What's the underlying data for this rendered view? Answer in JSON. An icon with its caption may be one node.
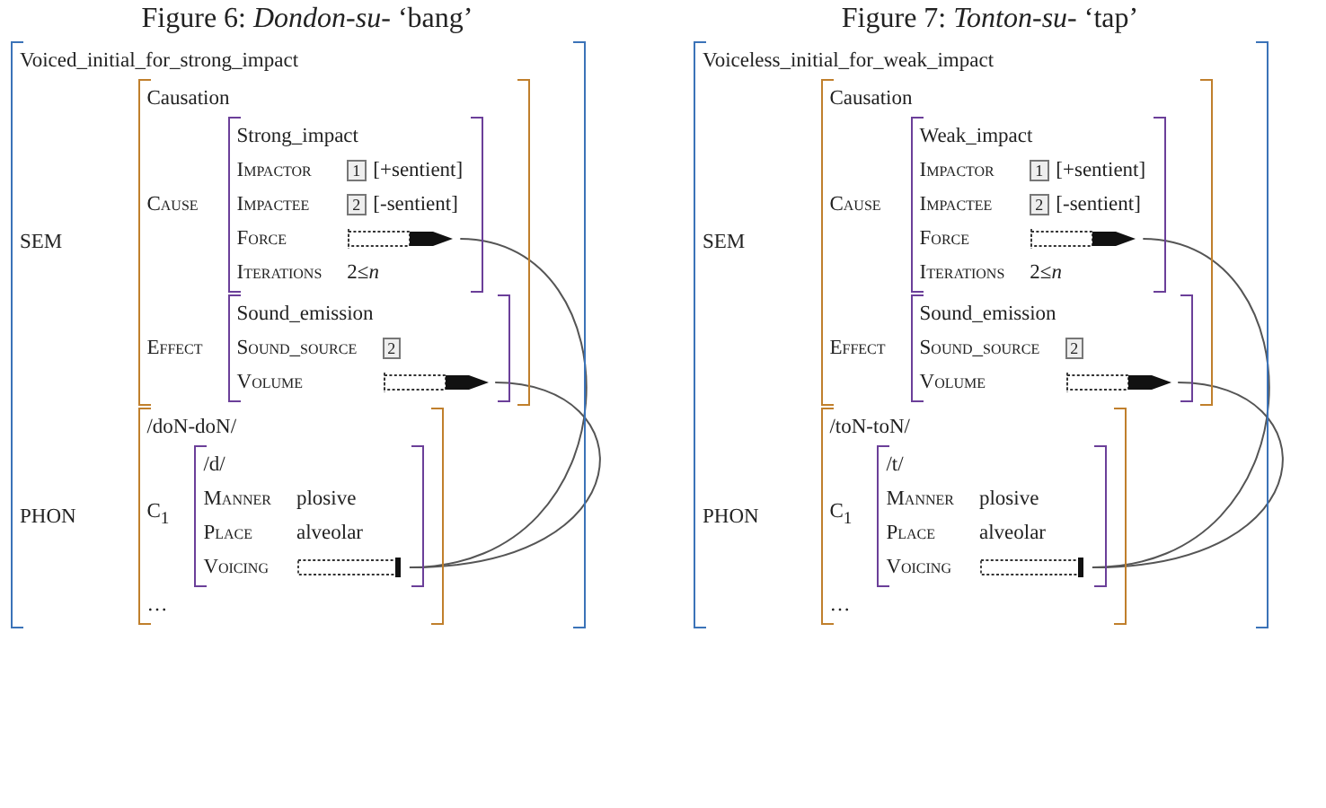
{
  "diagram": {
    "nodes": [
      {
        "text": [
          "Voiced_initial_for_strong_impact"
        ]
      },
      {
        "text": [
          "Causation"
        ],
        "in": 0
      },
      {
        "text": [
          "Strong_impact"
        ],
        "in": 1
      },
      {
        "text": [],
        "shape": "picture",
        "in": 2,
        "beside": [
          "Force"
        ]
      },
      {
        "text": [
          "Sound_emission"
        ],
        "in": 1
      },
      {
        "text": [],
        "shape": "picture",
        "in": 4,
        "beside": [
          "Volume"
        ]
      },
      {
        "text": [
          "/doN-doN/"
        ],
        "in": 0
      },
      {
        "text": [
          "/d/"
        ],
        "in": 6
      },
      {
        "text": [],
        "shape": "bar",
        "in": 7,
        "beside": [
          "Voicing"
        ]
      },
      {
        "text": [
          "Voiceless_initial_for_weak_impact"
        ]
      },
      {
        "text": [
          "Causation"
        ],
        "in": 9
      },
      {
        "text": [
          "Weak_impact"
        ],
        "in": 10
      },
      {
        "text": [],
        "shape": "picture",
        "in": 11,
        "beside": [
          "Force"
        ]
      },
      {
        "text": [
          "Sound_emission"
        ],
        "in": 10
      },
      {
        "text": [],
        "shape": "picture",
        "in": 13,
        "beside": [
          "Volume"
        ]
      },
      {
        "text": [
          "/toN-toN/"
        ],
        "in": 9
      },
      {
        "text": [
          "/t/"
        ],
        "in": 15
      },
      {
        "text": [],
        "shape": "bar",
        "in": 16,
        "beside": [
          "Voicing"
        ]
      }
    ],
    "edges": [
      {
        "from": 3,
        "to": 8,
        "arrow": "none"
      },
      {
        "from": 5,
        "to": 8,
        "arrow": "none"
      },
      {
        "from": 12,
        "to": 17,
        "arrow": "none"
      },
      {
        "from": 14,
        "to": 17,
        "arrow": "none"
      }
    ],
    "labels": [
      "Figure 6: *Dondon-su-* ‘bang’",
      "Figure 7: *Tonton-su-* ‘tap’",
      "SEM",
      "Cause",
      "Impactor",
      "1",
      "[+sentient]",
      "Impactee",
      "2",
      "[-sentient]",
      "Iterations",
      "2≤*n*",
      "Effect",
      "Sound_source",
      "2",
      "PHON",
      "C$_{1}$",
      "Manner",
      "plosive",
      "Place",
      "alveolar",
      "…",
      "SEM",
      "Cause",
      "Impactor",
      "1",
      "[+sentient]",
      "Impactee",
      "2",
      "[-sentient]",
      "Iterations",
      "2≤*n*",
      "Effect",
      "Sound_source",
      "2",
      "PHON",
      "C$_{1}$",
      "Manner",
      "plosive",
      "Place",
      "alveolar",
      "…"
    ]
  }
}
